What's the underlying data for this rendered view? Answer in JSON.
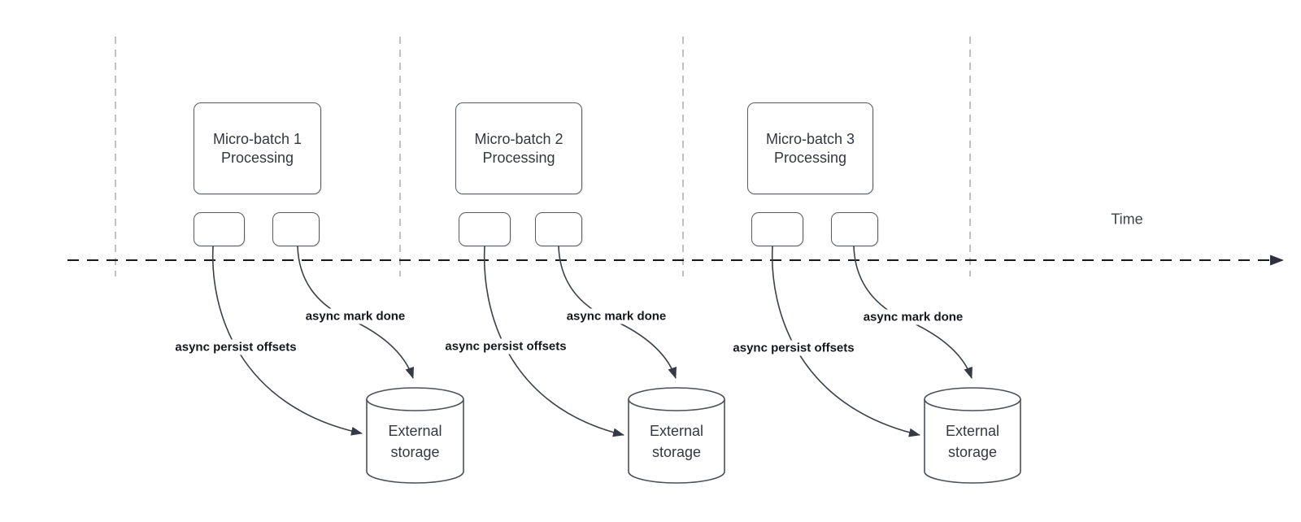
{
  "timeline": {
    "label": "Time"
  },
  "sections": [
    {
      "box": {
        "line1": "Micro-batch 1",
        "line2": "Processing"
      },
      "persist_label": "async persist offsets",
      "mark_label": "async mark done",
      "storage": {
        "line1": "External",
        "line2": "storage"
      }
    },
    {
      "box": {
        "line1": "Micro-batch 2",
        "line2": "Processing"
      },
      "persist_label": "async persist offsets",
      "mark_label": "async mark done",
      "storage": {
        "line1": "External",
        "line2": "storage"
      }
    },
    {
      "box": {
        "line1": "Micro-batch 3",
        "line2": "Processing"
      },
      "persist_label": "async persist offsets",
      "mark_label": "async mark done",
      "storage": {
        "line1": "External",
        "line2": "storage"
      }
    }
  ],
  "colors": {
    "curve_stroke": "#3a414b",
    "timeline_stroke": "#17191c",
    "guide_stroke": "#b0b0b5",
    "shape_border": "#565b63",
    "shape_text": "#343841",
    "edge_label_text": "#14171c"
  }
}
